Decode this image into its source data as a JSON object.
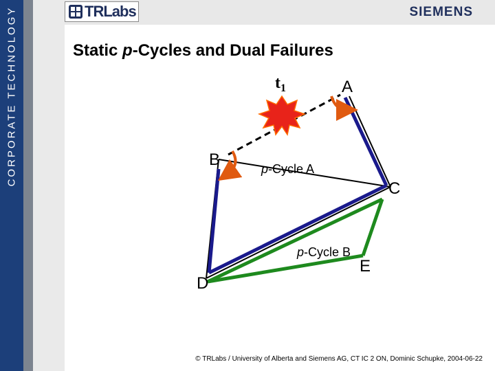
{
  "sidebar": {
    "text": "CORPORATE TECHNOLOGY"
  },
  "header": {
    "logo_text": "TRLabs",
    "brand": "SIEMENS"
  },
  "title": {
    "prefix": "Static ",
    "em": "p",
    "suffix": "-Cycles and Dual Failures"
  },
  "diagram": {
    "nodes": {
      "A": "A",
      "B": "B",
      "C": "C",
      "D": "D",
      "E": "E"
    },
    "failure_label": {
      "main": "t",
      "sub": "1"
    },
    "cycle_a": {
      "em": "p",
      "rest": "-Cycle A"
    },
    "cycle_b": {
      "em": "p",
      "rest": "-Cycle B"
    },
    "colors": {
      "cycle_a": "#1a1a8c",
      "cycle_b": "#1e8a1e",
      "failure": "#e8231a",
      "arrow": "#e05a10"
    }
  },
  "footer": {
    "text": "© TRLabs / University of Alberta and Siemens AG, CT IC 2 ON, Dominic Schupke, 2004-06-22"
  }
}
